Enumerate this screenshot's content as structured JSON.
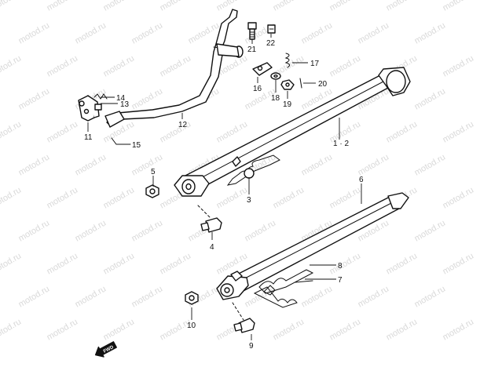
{
  "watermark": {
    "text": "motod.ru",
    "color": "#d9d9d9"
  },
  "callouts": [
    {
      "id": "c1",
      "label": "1 · 2"
    },
    {
      "id": "c3",
      "label": "3"
    },
    {
      "id": "c4",
      "label": "4"
    },
    {
      "id": "c5",
      "label": "5"
    },
    {
      "id": "c6",
      "label": "6"
    },
    {
      "id": "c7",
      "label": "7"
    },
    {
      "id": "c8",
      "label": "8"
    },
    {
      "id": "c9",
      "label": "9"
    },
    {
      "id": "c10",
      "label": "10"
    },
    {
      "id": "c11",
      "label": "11"
    },
    {
      "id": "c12",
      "label": "12"
    },
    {
      "id": "c13",
      "label": "13"
    },
    {
      "id": "c14",
      "label": "14"
    },
    {
      "id": "c15",
      "label": "15"
    },
    {
      "id": "c16",
      "label": "16"
    },
    {
      "id": "c17",
      "label": "17"
    },
    {
      "id": "c18",
      "label": "18"
    },
    {
      "id": "c19",
      "label": "19"
    },
    {
      "id": "c20",
      "label": "20"
    },
    {
      "id": "c21",
      "label": "21"
    },
    {
      "id": "c22",
      "label": "22"
    }
  ],
  "direction_badge": {
    "label": "FWD"
  },
  "line_color": "#111111"
}
